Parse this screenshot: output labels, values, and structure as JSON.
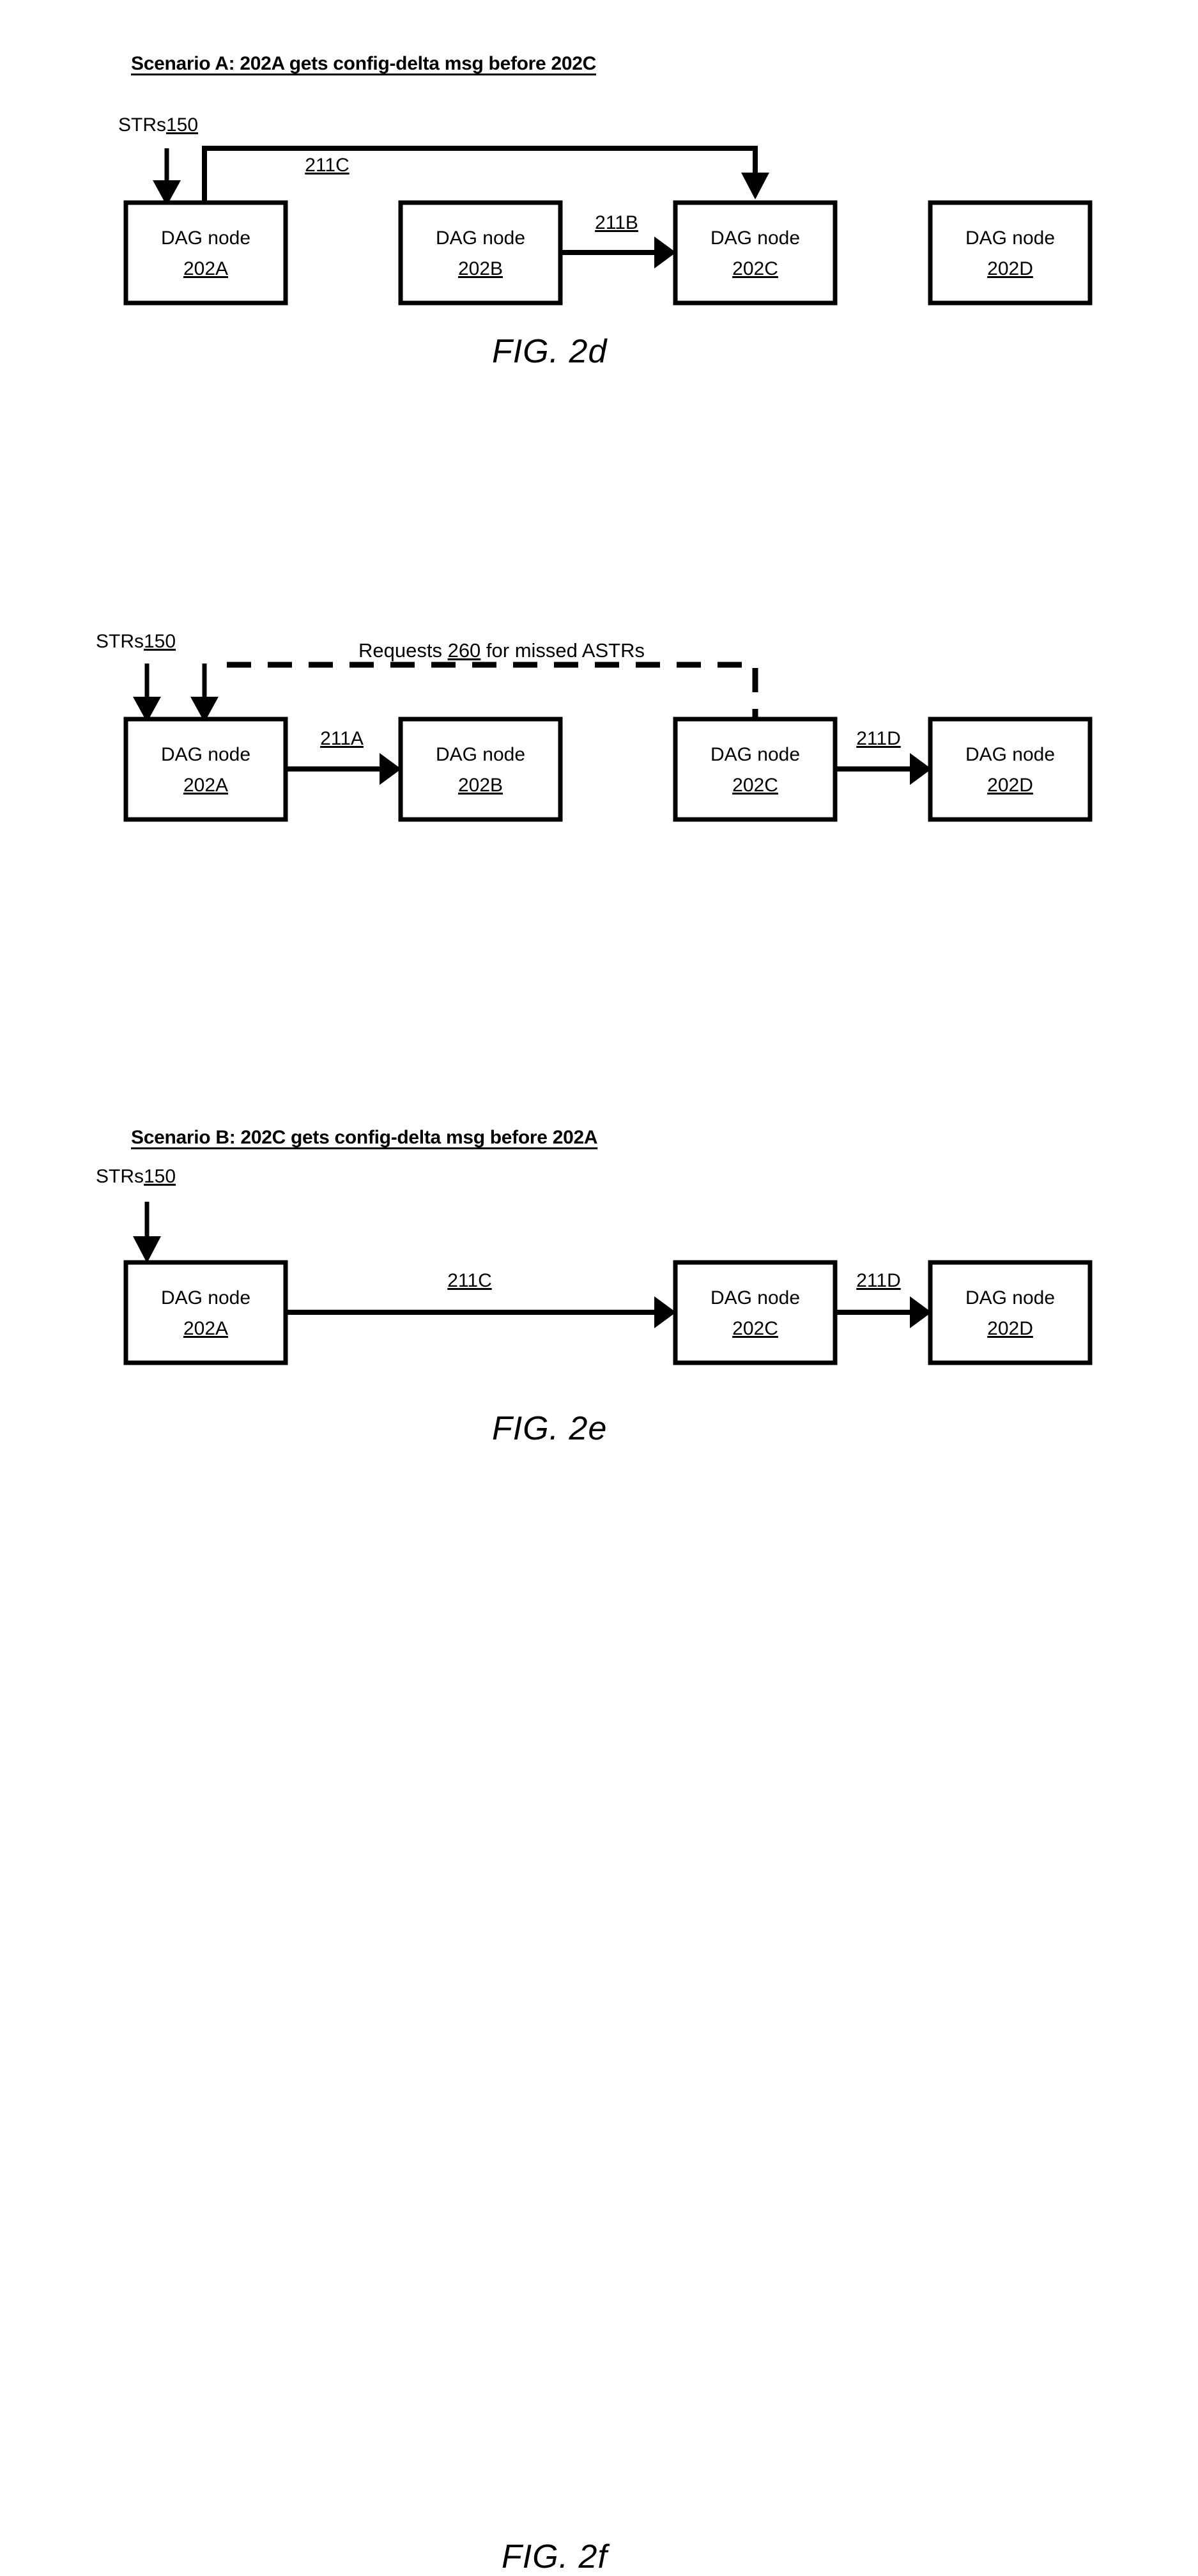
{
  "document": {
    "type": "patent-figure-sheet",
    "figures": [
      {
        "id": "fig-2d",
        "caption": "FIG. 2d",
        "heading": "Scenario A: 202A gets config-delta msg before  202C",
        "input_flow": {
          "label_prefix": "STRs",
          "label_ref": "150"
        },
        "nodes": [
          {
            "title": "DAG node",
            "id": "202A"
          },
          {
            "title": "DAG node",
            "id": "202B"
          },
          {
            "title": "DAG node",
            "id": "202C"
          },
          {
            "title": "DAG node",
            "id": "202D"
          }
        ],
        "edges": [
          {
            "label": "211C",
            "from": "202A",
            "to": "202C",
            "style": "solid-routed"
          },
          {
            "label": "211B",
            "from": "202B",
            "to": "202C",
            "style": "solid-straight"
          }
        ]
      },
      {
        "id": "fig-2e",
        "caption": "FIG. 2e",
        "heading": "Scenario B: 202C gets config-delta msg before  202A",
        "input_flow": {
          "label_prefix": "STRs",
          "label_ref": "150"
        },
        "request_note": {
          "prefix": "Requests ",
          "ref": "260",
          "suffix": " for missed ASTRs"
        },
        "nodes": [
          {
            "title": "DAG node",
            "id": "202A"
          },
          {
            "title": "DAG node",
            "id": "202B"
          },
          {
            "title": "DAG node",
            "id": "202C"
          },
          {
            "title": "DAG node",
            "id": "202D"
          }
        ],
        "edges": [
          {
            "label": "211A",
            "from": "202A",
            "to": "202B",
            "style": "solid-straight"
          },
          {
            "label": "211D",
            "from": "202C",
            "to": "202D",
            "style": "solid-straight"
          },
          {
            "label": "",
            "from": "202C",
            "to": "202A",
            "style": "dashed-routed"
          }
        ]
      },
      {
        "id": "fig-2f",
        "caption": "FIG. 2f",
        "heading": "",
        "input_flow": {
          "label_prefix": "STRs",
          "label_ref": "150"
        },
        "nodes": [
          {
            "title": "DAG node",
            "id": "202A"
          },
          {
            "title": "DAG node",
            "id": "202C"
          },
          {
            "title": "DAG node",
            "id": "202D"
          }
        ],
        "edges": [
          {
            "label": "211C",
            "from": "202A",
            "to": "202C",
            "style": "solid-straight"
          },
          {
            "label": "211D",
            "from": "202C",
            "to": "202D",
            "style": "solid-straight"
          }
        ]
      }
    ],
    "colors": {
      "ink": "#000000",
      "paper": "#ffffff"
    }
  }
}
